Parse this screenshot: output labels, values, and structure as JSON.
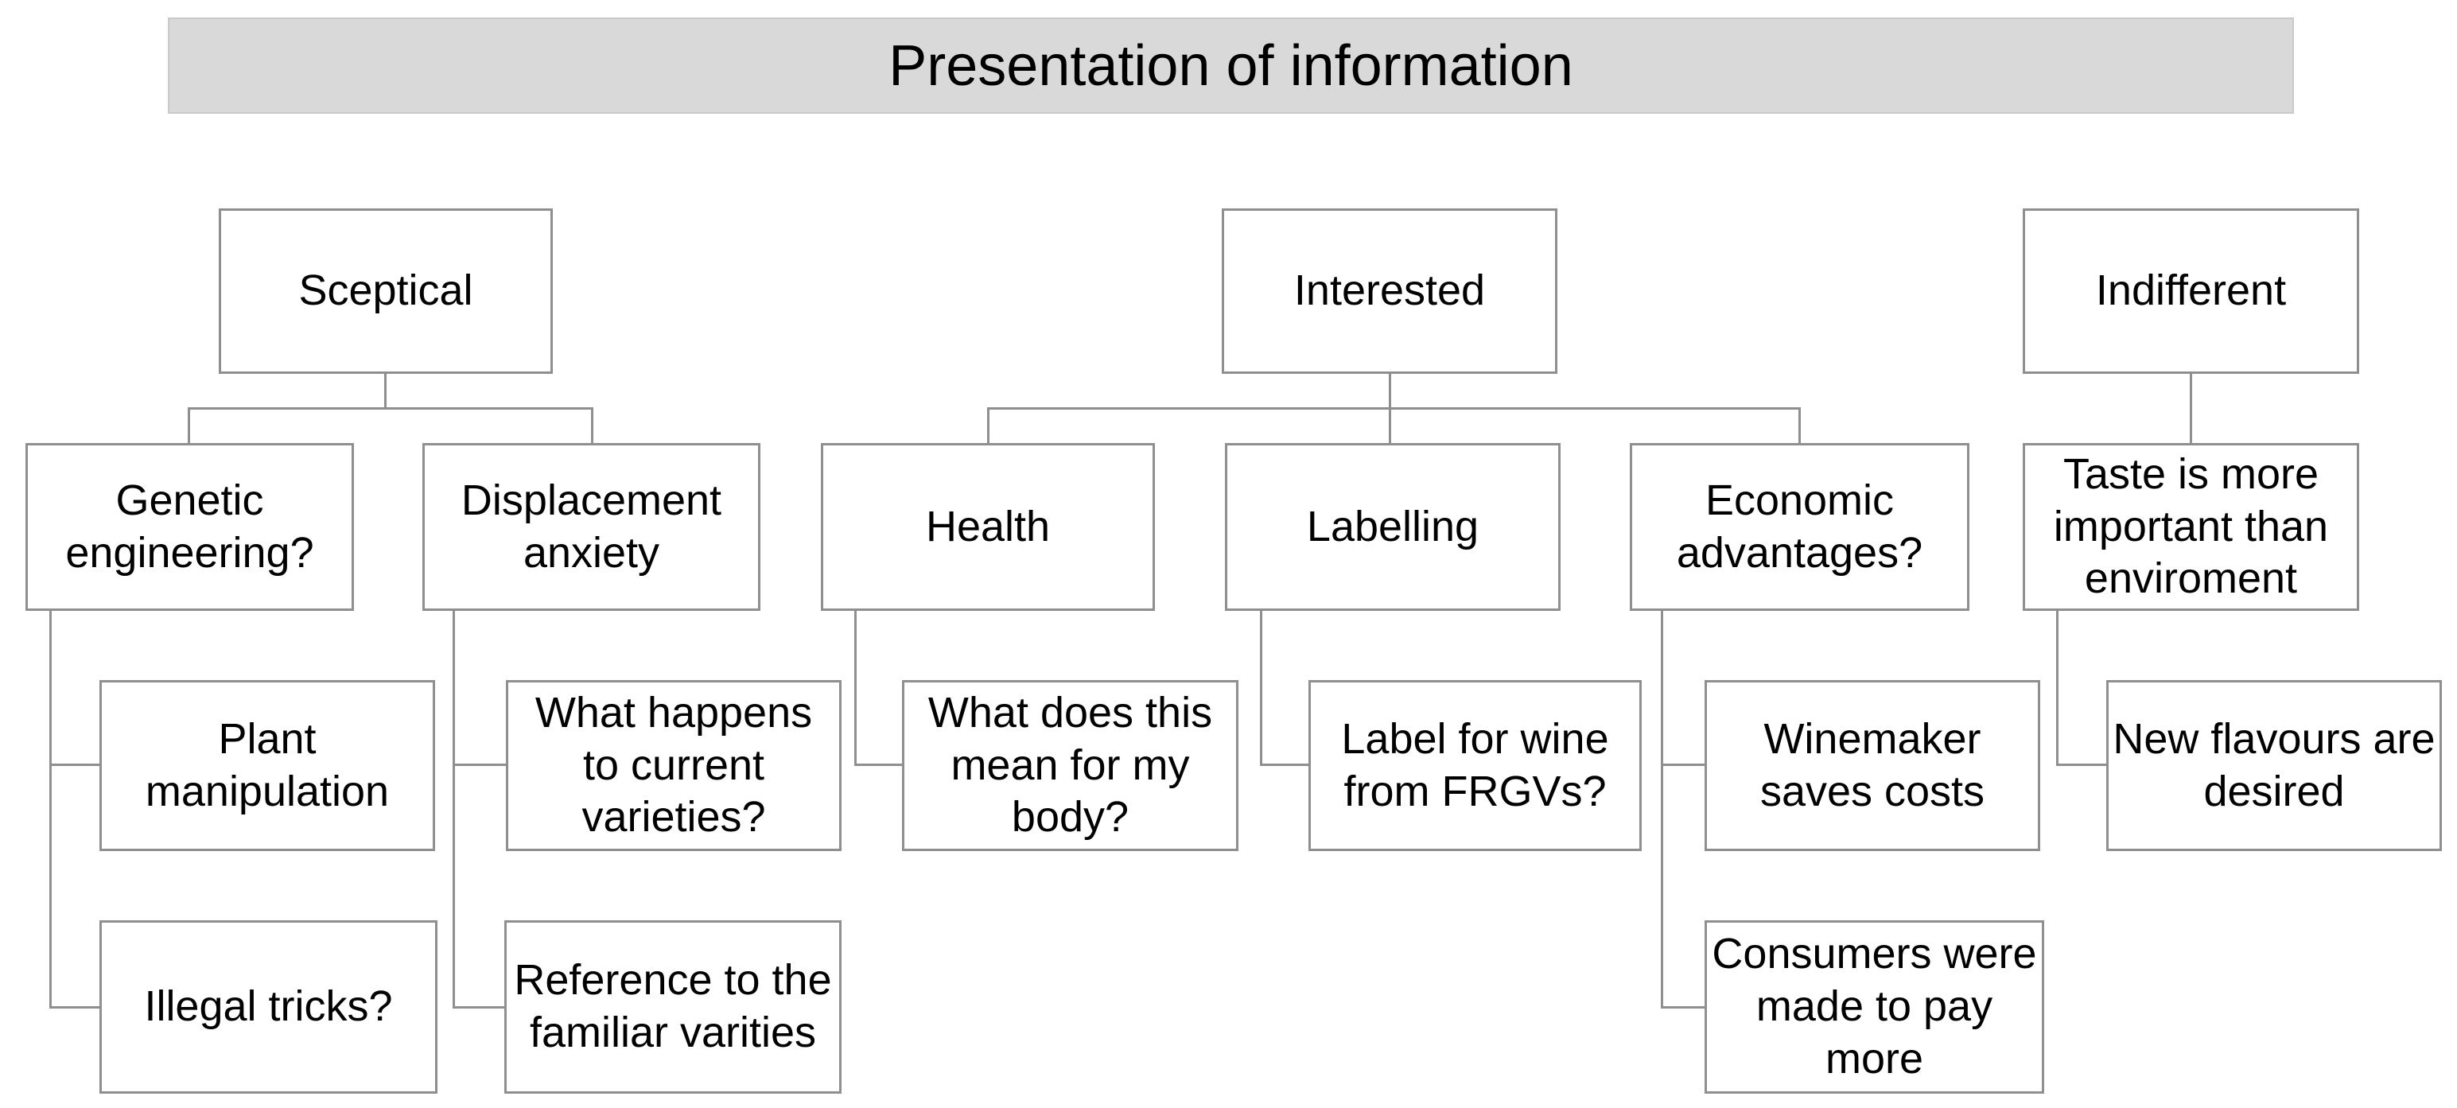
{
  "title": "Presentation of information",
  "colors": {
    "banner_bg": "#d9d9d9",
    "banner_border": "#c9c9c9",
    "box_border": "#8f8f8f",
    "connector": "#8f8f8f",
    "box_bg": "#ffffff",
    "text": "#000000",
    "page_bg": "#ffffff"
  },
  "nodes": {
    "sceptical": {
      "label": "Sceptical"
    },
    "interested": {
      "label": "Interested"
    },
    "indifferent": {
      "label": "Indifferent"
    },
    "genetic": {
      "label": "Genetic\nengineering?"
    },
    "displacement": {
      "label": "Displacement\nanxiety"
    },
    "health": {
      "label": "Health"
    },
    "labelling": {
      "label": "Labelling"
    },
    "economic": {
      "label": "Economic\nadvantages?"
    },
    "taste": {
      "label": "Taste is more\nimportant than\nenviroment"
    },
    "plant": {
      "label": "Plant\nmanipulation"
    },
    "whathappens": {
      "label": "What happens\nto current\nvarieties?"
    },
    "body": {
      "label": "What does this\nmean for my\nbody?"
    },
    "frgvs": {
      "label": "Label for wine\nfrom FRGVs?"
    },
    "winemaker": {
      "label": "Winemaker\nsaves costs"
    },
    "flavours": {
      "label": "New flavours are\ndesired"
    },
    "illegal": {
      "label": "Illegal tricks?"
    },
    "reference": {
      "label": "Reference to the\nfamiliar varities"
    },
    "consumers": {
      "label": "Consumers were\nmade to pay\nmore"
    }
  },
  "structure": [
    {
      "parent": "sceptical",
      "children": [
        "genetic",
        "displacement"
      ]
    },
    {
      "parent": "genetic",
      "children": [
        "plant",
        "illegal"
      ]
    },
    {
      "parent": "displacement",
      "children": [
        "whathappens",
        "reference"
      ]
    },
    {
      "parent": "interested",
      "children": [
        "health",
        "labelling",
        "economic"
      ]
    },
    {
      "parent": "health",
      "children": [
        "body"
      ]
    },
    {
      "parent": "labelling",
      "children": [
        "frgvs"
      ]
    },
    {
      "parent": "economic",
      "children": [
        "winemaker",
        "consumers"
      ]
    },
    {
      "parent": "indifferent",
      "children": [
        "taste"
      ]
    },
    {
      "parent": "taste",
      "children": [
        "flavours"
      ]
    }
  ]
}
